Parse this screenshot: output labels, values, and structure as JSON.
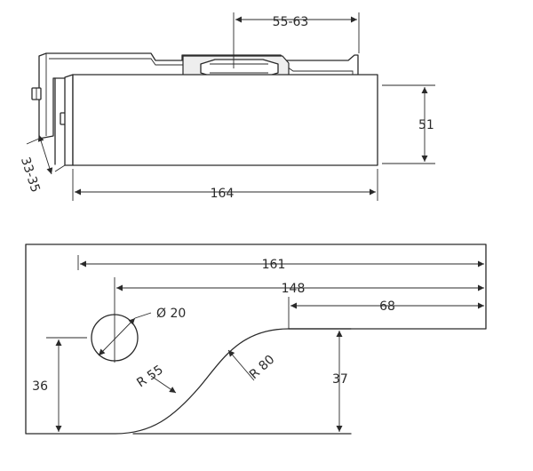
{
  "dimensions": {
    "spindle_offset": "55-63",
    "body_height": "51",
    "body_depth": "33-35",
    "body_length": "164",
    "cutout_total": "161",
    "cutout_to_hole": "148",
    "cutout_flat": "68",
    "hole_diameter": "Ø 20",
    "radius_lower": "R 55",
    "radius_upper": "R 80",
    "left_depth": "36",
    "right_depth": "37"
  }
}
